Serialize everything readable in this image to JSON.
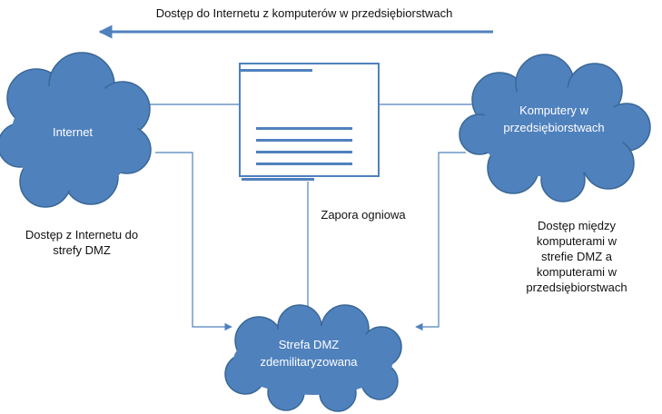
{
  "title": "Dostęp do Internetu z komputerów w przedsiębiorstwach",
  "nodes": {
    "internet": {
      "label": "Internet"
    },
    "computers": {
      "label_line1": "Komputery w",
      "label_line2": "przedsiębiorstwach"
    },
    "dmz": {
      "label_line1": "Strefa DMZ",
      "label_line2": "zdemilitaryzowana"
    },
    "firewall": {
      "label": "Zapora ogniowa"
    }
  },
  "edge_labels": {
    "internet_to_dmz": [
      "Dostęp z Internetu do",
      "strefy DMZ"
    ],
    "computers_to_dmz": [
      "Dostęp między",
      "komputerami w",
      "strefie DMZ a",
      "komputerami w",
      "przedsiębiorstwach"
    ]
  },
  "colors": {
    "cloud_fill": "#4f81bd",
    "cloud_stroke": "#3a6796",
    "line": "#4f81bd",
    "text": "#111111"
  }
}
